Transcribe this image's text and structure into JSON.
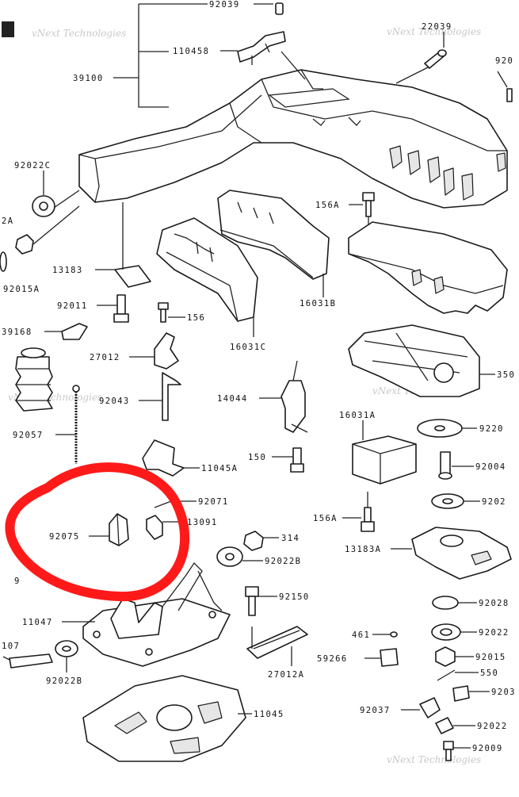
{
  "watermark": "vNext Technologies",
  "highlight_color": "#ff1a1a",
  "line_color": "#222222",
  "parts": [
    "92039",
    "22039",
    "110458",
    "39100",
    "920",
    "92022C",
    "2A",
    "92015A",
    "13183",
    "156A",
    "16031B",
    "92011",
    "156",
    "39168",
    "27012",
    "16031C",
    "92043",
    "14044",
    "350",
    "92057",
    "16031A",
    "9220",
    "150",
    "11045A",
    "92004",
    "92071",
    "13091",
    "9202",
    "92075",
    "314",
    "156A",
    "13183A",
    "92022B",
    "9",
    "92150",
    "92028",
    "11047",
    "461",
    "92022",
    "107",
    "59266",
    "92015",
    "27012A",
    "550",
    "92022B",
    "9203",
    "92037",
    "11045",
    "92022",
    "92009"
  ]
}
